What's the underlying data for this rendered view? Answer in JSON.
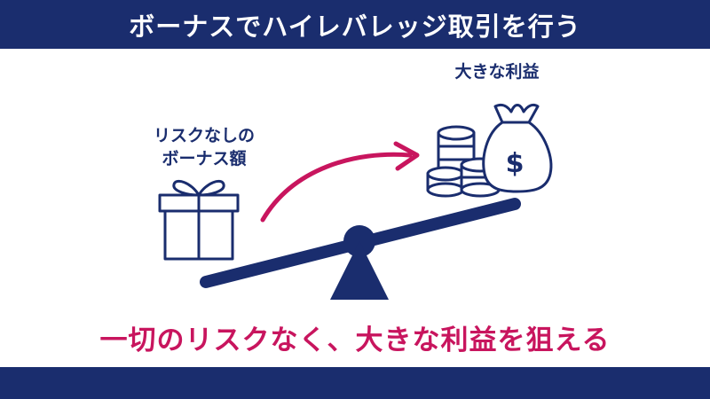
{
  "header": {
    "title": "ボーナスでハイレバレッジ取引を行う"
  },
  "labels": {
    "bonus_line1": "リスクなしの",
    "bonus_line2": "ボーナス額",
    "profit": "大きな利益",
    "dollar": "$"
  },
  "caption": "一切のリスクなく、大きな利益を狙える",
  "icons": {
    "gift": "gift-box-icon",
    "coins": "coin-stack-icon",
    "money_bag": "money-bag-icon",
    "arrow": "curved-arrow-icon",
    "seesaw": "seesaw-icon"
  },
  "colors": {
    "navy": "#1a2d6e",
    "accent": "#c8155e",
    "background": "#ffffff"
  }
}
